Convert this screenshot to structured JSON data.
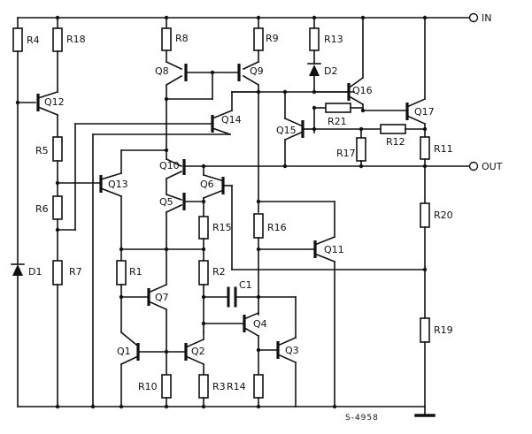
{
  "terminals": {
    "in": "IN",
    "out": "OUT"
  },
  "resistors": {
    "r1": "R1",
    "r2": "R2",
    "r3": "R3",
    "r4": "R4",
    "r5": "R5",
    "r6": "R6",
    "r7": "R7",
    "r8": "R8",
    "r9": "R9",
    "r10": "R10",
    "r11": "R11",
    "r12": "R12",
    "r13": "R13",
    "r14": "R14",
    "r15": "R15",
    "r16": "R16",
    "r17": "R17",
    "r18": "R18",
    "r19": "R19",
    "r20": "R20",
    "r21": "R21"
  },
  "transistors": {
    "q1": "Q1",
    "q2": "Q2",
    "q3": "Q3",
    "q4": "Q4",
    "q5": "Q5",
    "q6": "Q6",
    "q7": "Q7",
    "q8": "Q8",
    "q9": "Q9",
    "q10": "Q10",
    "q11": "Q11",
    "q12": "Q12",
    "q13": "Q13",
    "q14": "Q14",
    "q15": "Q15",
    "q16": "Q16",
    "q17": "Q17"
  },
  "diodes": {
    "d1": "D1",
    "d2": "D2"
  },
  "capacitors": {
    "c1": "C1"
  },
  "drawing_number": "S-4958"
}
